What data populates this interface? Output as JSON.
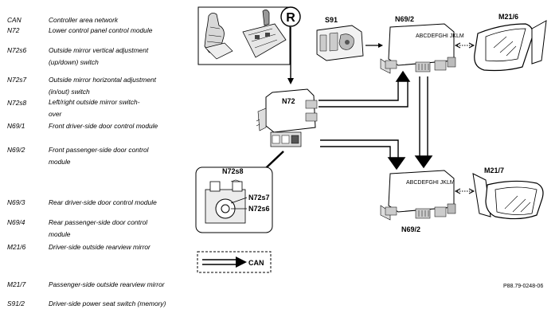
{
  "legend": [
    {
      "code": "CAN",
      "desc": "Controller area network"
    },
    {
      "code": "N72",
      "desc": "Lower control panel control module"
    },
    {
      "code": "N72s6",
      "desc": "Outside mirror vertical adjustment (up/down) switch"
    },
    {
      "code": "N72s7",
      "desc": "Outside mirror horizontal adjustment (in/out) switch"
    },
    {
      "code": "N72s8",
      "desc": "Left/right outside mirror switch-over"
    },
    {
      "code": "N69/1",
      "desc": "Front driver-side door control module"
    },
    {
      "code": "N69/2",
      "desc": "Front passenger-side door control module"
    },
    {
      "code": "N69/3",
      "desc": "Rear driver-side door control module"
    },
    {
      "code": "N69/4",
      "desc": "Rear passenger-side door control module"
    },
    {
      "code": "M21/6",
      "desc": "Driver-side outside rearview mirror"
    },
    {
      "code": "M21/7",
      "desc": "Passenger-side outside rearview mirror"
    },
    {
      "code": "S91/2",
      "desc": "Driver-side power seat switch (memory)"
    }
  ],
  "diagram": {
    "r_symbol": "R",
    "s91": "S91",
    "n69_2_top": "N69/2",
    "m21_6": "M21/6",
    "n72": "N72",
    "n72s8": "N72s8",
    "n72s7": "N72s7",
    "n72s6": "N72s6",
    "m21_7": "M21/7",
    "n69_2_bottom": "N69/2",
    "can_legend": "CAN",
    "module_stamp": "ABCDEFGHI JKLM",
    "ref": "P88.79-0248-06"
  }
}
